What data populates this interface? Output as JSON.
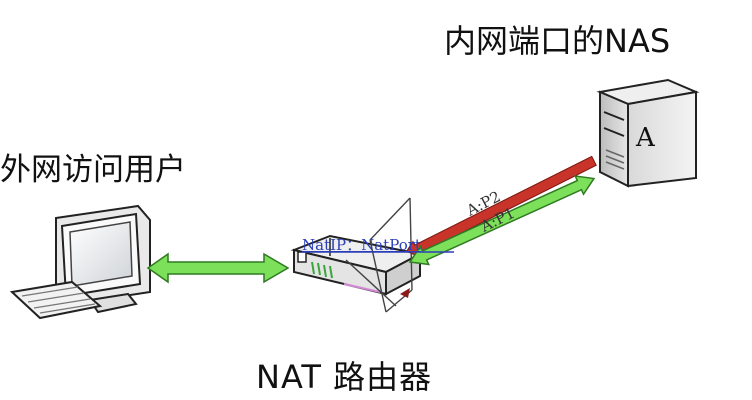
{
  "labels": {
    "nas": "内网端口的NAS",
    "external_user": "外网访问用户",
    "router": "NAT  路由器"
  },
  "server": {
    "letter": "A"
  },
  "links": {
    "p2": "A:P2",
    "p1": "A:P1",
    "nat_mapping": "NatIP：NatPort"
  },
  "colors": {
    "green_arrow": "#7de05a",
    "red_arrow": "#c8332a",
    "mapping_text": "#2b3fb8"
  }
}
